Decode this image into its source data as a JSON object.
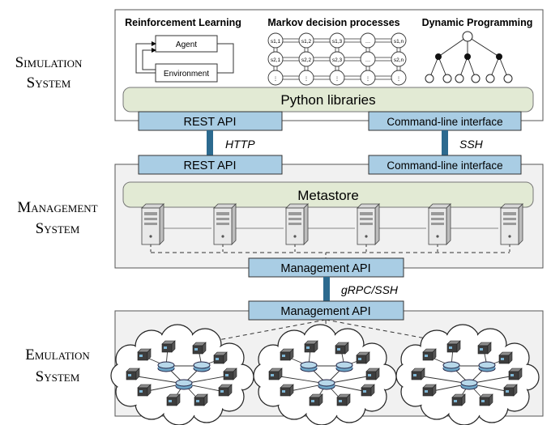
{
  "systems": {
    "simulation": {
      "line1": "Simulation",
      "line2": "System"
    },
    "management": {
      "line1": "Management",
      "line2": "System"
    },
    "emulation": {
      "line1": "Emulation",
      "line2": "System"
    }
  },
  "simulation": {
    "rl_title": "Reinforcement Learning",
    "mdp_title": "Markov decision processes",
    "dp_title": "Dynamic Programming",
    "agent_label": "Agent",
    "environment_label": "Environment",
    "python_libraries": "Python libraries",
    "rest_api": "REST API",
    "cli": "Command-line interface",
    "mdp_states": {
      "r1": [
        "s1,1",
        "s1,2",
        "s1,3",
        "…",
        "s1,n"
      ],
      "r2": [
        "s2,1",
        "s2,2",
        "s2,3",
        "…",
        "s2,n"
      ],
      "r3": [
        "⋮",
        "⋮",
        "⋮",
        "⋮",
        "⋮"
      ]
    }
  },
  "connections": {
    "http": "HTTP",
    "ssh": "SSH",
    "grpc": "gRPC/SSH"
  },
  "management": {
    "rest_api": "REST API",
    "cli": "Command-line interface",
    "metastore": "Metastore",
    "management_api": "Management API"
  },
  "emulation": {
    "management_api": "Management API"
  },
  "colors": {
    "api_blue": "#a9cde4",
    "green_bar": "#e2ead4",
    "system_bg": "#f1f1f1",
    "dark_blue": "#2c6a8f",
    "server": "#e9e9e9"
  }
}
